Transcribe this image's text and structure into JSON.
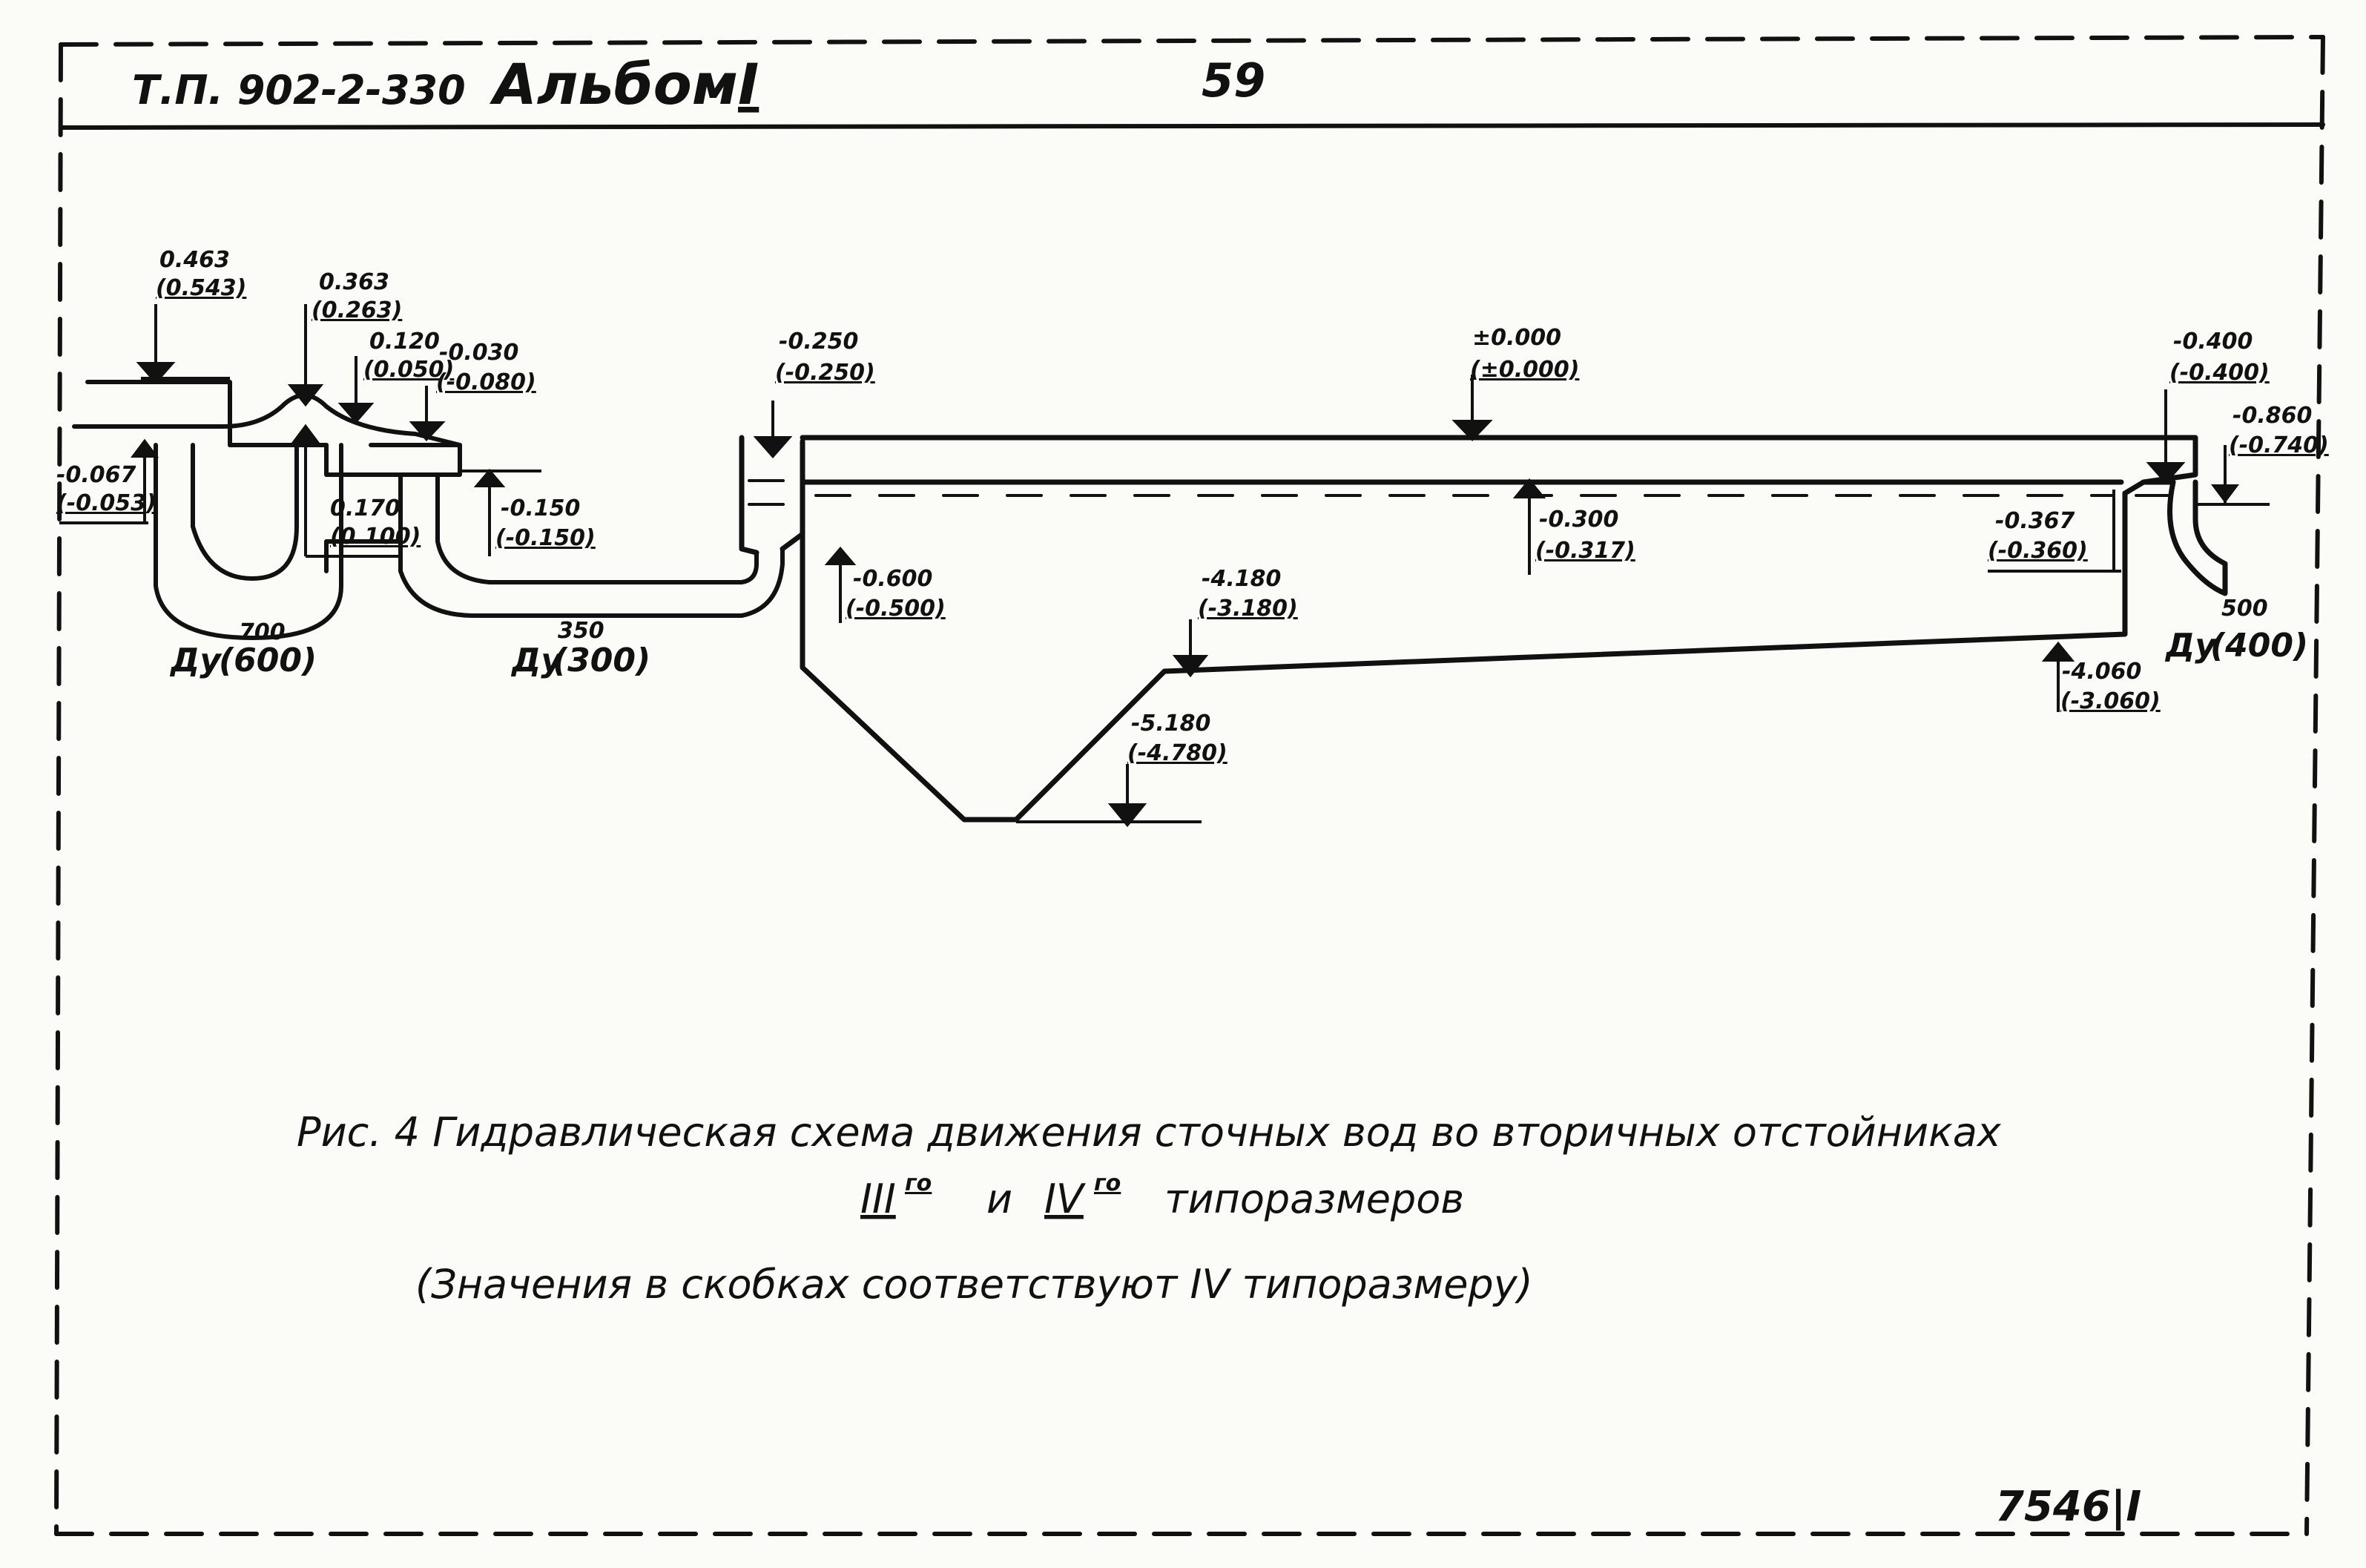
{
  "header": {
    "code": "Т.П. 902-2-330",
    "album": "Альбом",
    "album_num": "I",
    "page": "59"
  },
  "elevations": {
    "e1": [
      "0.463",
      "(0.543)"
    ],
    "e2": [
      "0.363",
      "(0.263)"
    ],
    "e3": [
      "0.120",
      "(0.050)"
    ],
    "e4": [
      "-0.030",
      "(-0.080)"
    ],
    "e5": [
      "-0.067",
      "(-0.053)"
    ],
    "e6": [
      "0.170",
      "(0.100)"
    ],
    "e7": [
      "-0.150",
      "(-0.150)"
    ],
    "e8": [
      "-0.250",
      "(-0.250)"
    ],
    "e9": [
      "±0.000",
      "(±0.000)"
    ],
    "e10": [
      "-0.400",
      "(-0.400)"
    ],
    "e11": [
      "-0.860",
      "(-0.740)"
    ],
    "e12": [
      "-0.600",
      "(-0.500)"
    ],
    "e13": [
      "-0.300",
      "(-0.317)"
    ],
    "e14": [
      "-0.367",
      "(-0.360)"
    ],
    "e15": [
      "-4.180",
      "(-3.180)"
    ],
    "e16": [
      "-4.060",
      "(-3.060)"
    ],
    "e17": [
      "-5.180",
      "(-4.780)"
    ]
  },
  "pipes": {
    "p1": [
      "Ду",
      "700",
      "(600)"
    ],
    "p2": [
      "Ду",
      "350",
      "(300)"
    ],
    "p3": [
      "Ду",
      "500",
      "(400)"
    ]
  },
  "caption": {
    "line1": "Рис. 4  Гидравлическая схема движения сточных вод во вторичных отстойниках",
    "line2_a": "III",
    "line2_b": "го",
    "line2_c": "и",
    "line2_d": "IV",
    "line2_e": "го",
    "line2_f": "типоразмеров",
    "line3": "(Значения в скобках соответствуют IV типоразмеру)"
  },
  "sheet_number": "7546|I"
}
